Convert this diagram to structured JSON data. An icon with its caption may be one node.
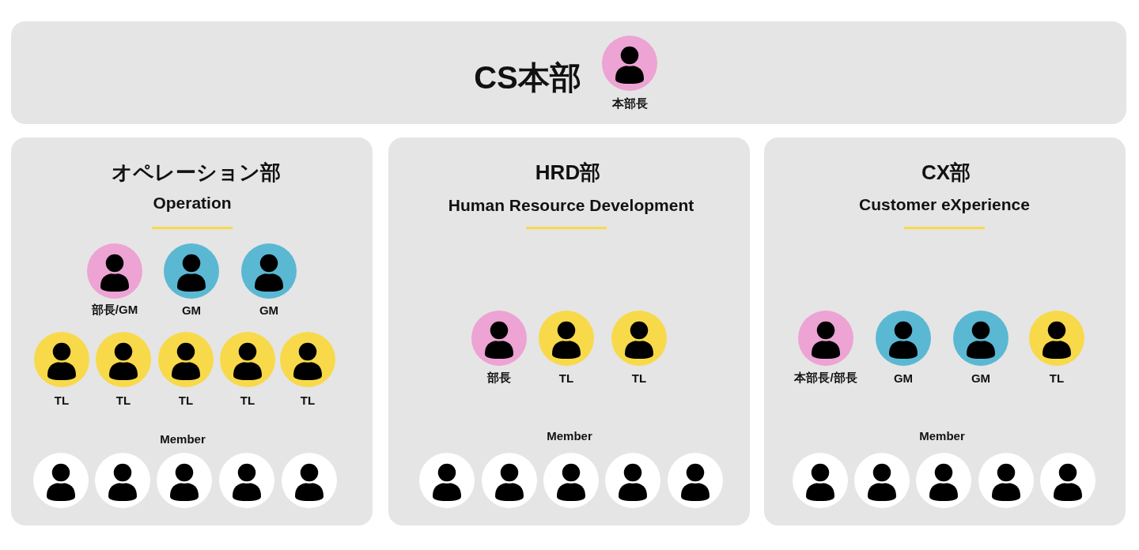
{
  "diagram": {
    "nodes": [
      {
        "text": [
          "CS本部"
        ]
      },
      {
        "text": [
          "本部長"
        ],
        "in": 0
      },
      {
        "text": [
          "オペレーション部",
          "Operation",
          "Member"
        ]
      },
      {
        "text": [
          "部長/GM"
        ],
        "in": 2
      },
      {
        "text": [
          "GM"
        ],
        "in": 2
      },
      {
        "text": [
          "GM"
        ],
        "in": 2
      },
      {
        "text": [
          "TL"
        ],
        "in": 2
      },
      {
        "text": [
          "TL"
        ],
        "in": 2
      },
      {
        "text": [
          "TL"
        ],
        "in": 2
      },
      {
        "text": [
          "TL"
        ],
        "in": 2
      },
      {
        "text": [
          "TL"
        ],
        "in": 2
      },
      {
        "text": [],
        "shape": "person",
        "in": 2
      },
      {
        "text": [],
        "shape": "person",
        "in": 2
      },
      {
        "text": [],
        "shape": "person",
        "in": 2
      },
      {
        "text": [],
        "shape": "person",
        "in": 2
      },
      {
        "text": [],
        "shape": "person",
        "in": 2
      },
      {
        "text": [
          "HRD部",
          "Human Resource Development",
          "Member"
        ]
      },
      {
        "text": [
          "部長"
        ],
        "in": 16
      },
      {
        "text": [
          "TL"
        ],
        "in": 16
      },
      {
        "text": [
          "TL"
        ],
        "in": 16
      },
      {
        "text": [],
        "shape": "person",
        "in": 16
      },
      {
        "text": [],
        "shape": "person",
        "in": 16
      },
      {
        "text": [],
        "shape": "person",
        "in": 16
      },
      {
        "text": [],
        "shape": "person",
        "in": 16
      },
      {
        "text": [],
        "shape": "person",
        "in": 16
      },
      {
        "text": [
          "CX部",
          "Customer eXperience",
          "Member"
        ]
      },
      {
        "text": [
          "本部長/部長"
        ],
        "in": 25
      },
      {
        "text": [
          "GM"
        ],
        "in": 25
      },
      {
        "text": [
          "GM"
        ],
        "in": 25
      },
      {
        "text": [
          "TL"
        ],
        "in": 25
      },
      {
        "text": [],
        "shape": "person",
        "in": 25
      },
      {
        "text": [],
        "shape": "person",
        "in": 25
      },
      {
        "text": [],
        "shape": "person",
        "in": 25
      },
      {
        "text": [],
        "shape": "person",
        "in": 25
      },
      {
        "text": [],
        "shape": "person",
        "in": 25
      }
    ]
  }
}
